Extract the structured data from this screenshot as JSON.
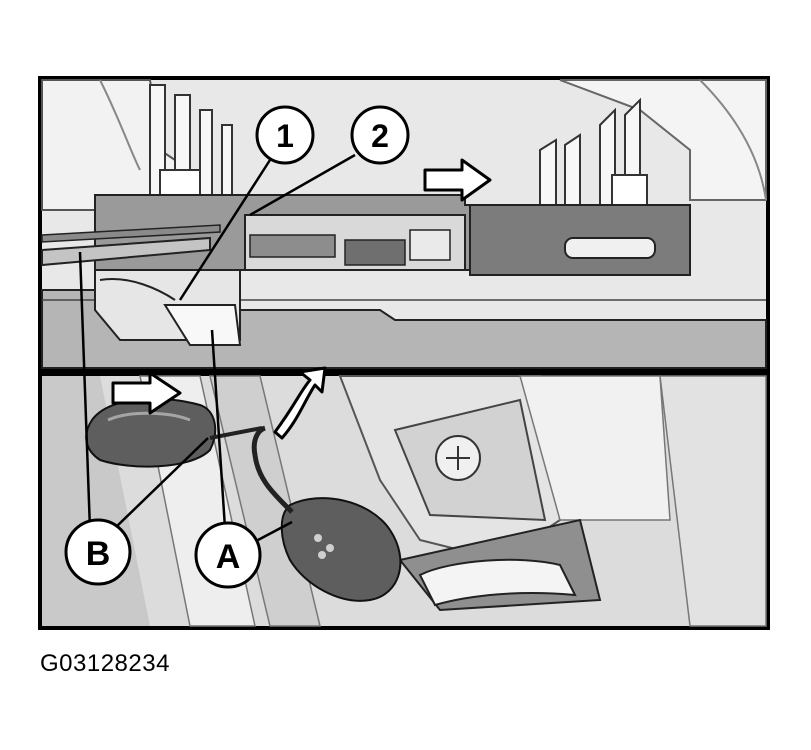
{
  "figure": {
    "code": "G03128234",
    "callouts": {
      "one": "1",
      "two": "2",
      "a": "A",
      "b": "B"
    },
    "colors": {
      "frame": "#000000",
      "panel_light": "#ececec",
      "panel_mid": "#cfcfcf",
      "panel_dark": "#8c8c8c",
      "tool_handle": "#5e5e5e"
    }
  }
}
